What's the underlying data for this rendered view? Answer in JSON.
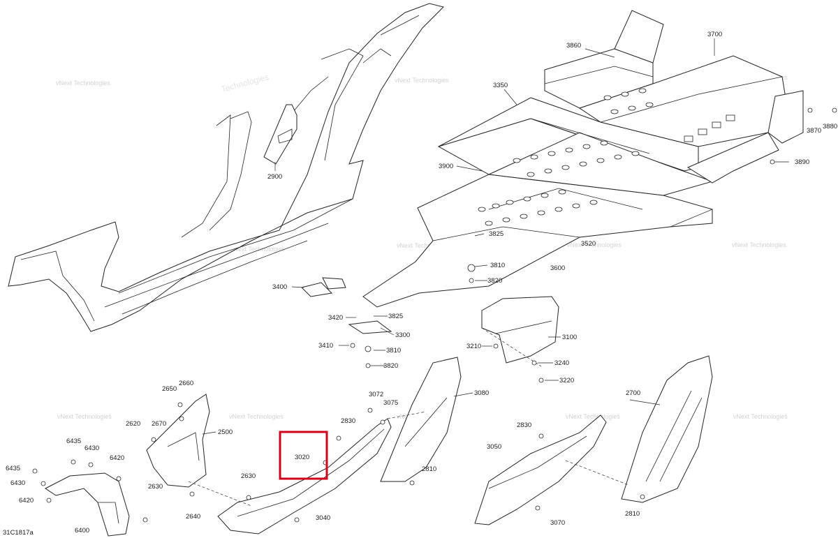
{
  "diagram_code": "31C1817a",
  "highlight": {
    "label": "3020",
    "color": "#d0021b"
  },
  "watermark": {
    "line1": "vNext Technologies",
    "line2": "Technologies"
  },
  "callouts": {
    "c2900": "2900",
    "c3350": "3350",
    "c3860": "3860",
    "c3700": "3700",
    "c3870": "3870",
    "c3880": "3880",
    "c3890": "3890",
    "c3900": "3900",
    "c3520": "3520",
    "c3825a": "3825",
    "c3810a": "3810",
    "c3600": "3600",
    "c3820a": "3820",
    "c3400": "3400",
    "c3420": "3420",
    "c3825b": "3825",
    "c3300": "3300",
    "c3410": "3410",
    "c3810b": "3810",
    "c3820b": "3820",
    "c3100": "3100",
    "c3210": "3210",
    "c3240": "3240",
    "c3220": "3220",
    "c2650": "2650",
    "c2660": "2660",
    "c2620": "2620",
    "c2670": "2670",
    "c2500": "2500",
    "c6435a": "6435",
    "c6430a": "6430",
    "c6420a": "6420",
    "c6435b": "6435",
    "c6430b": "6430",
    "c6420b": "6420",
    "c2630a": "2630",
    "c2630b": "2630",
    "c2640": "2640",
    "c6400": "6400",
    "c3072": "3072",
    "c3075": "3075",
    "c2830a": "2830",
    "c3080": "3080",
    "c3040": "3040",
    "c2810a": "2810",
    "c2830b": "2830",
    "c3050": "3050",
    "c3070": "3070",
    "c2700": "2700",
    "c2810b": "2810"
  }
}
